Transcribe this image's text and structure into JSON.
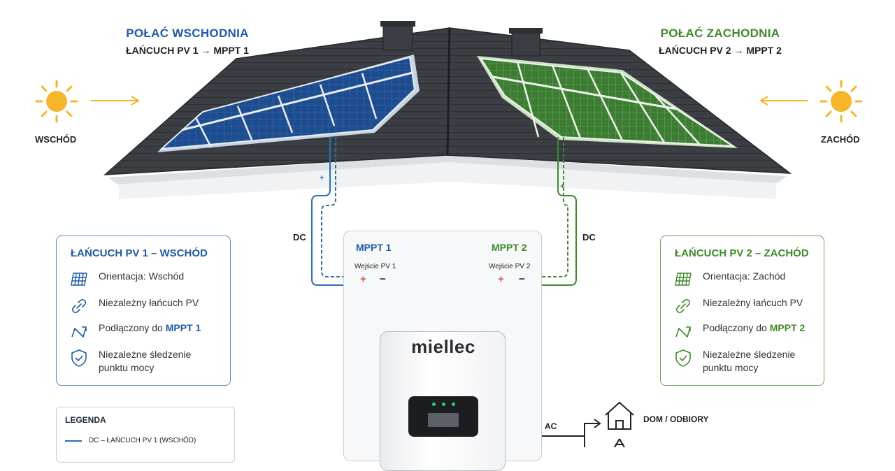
{
  "east": {
    "title": "POŁAĆ WSCHODNIA",
    "subtitle": "ŁAŃCUCH PV 1 → MPPT 1",
    "sun_label": "WSCHÓD",
    "color": "#1f5aa6"
  },
  "west": {
    "title": "POŁAĆ ZACHODNIA",
    "subtitle": "ŁAŃCUCH PV 2 → MPPT 2",
    "sun_label": "ZACHÓD",
    "color": "#3f8a2a"
  },
  "wiring": {
    "dc_left": "DC",
    "dc_right": "DC",
    "plus": "+",
    "minus": "−",
    "ac": "AC"
  },
  "inverter": {
    "brand": "miellec",
    "mppt1": "MPPT 1",
    "mppt2": "MPPT 2",
    "input1": "Wejście PV 1",
    "input2": "Wejście PV 2"
  },
  "card_left": {
    "title": "ŁAŃCUCH PV 1 – WSCHÓD",
    "orientation": "Orientacja: Wschód",
    "independent": "Niezależny łańcuch PV",
    "connected_prefix": "Podłączony do ",
    "connected_target": "MPPT 1",
    "tracking_line1": "Niezależne śledzenie",
    "tracking_line2": "punktu mocy"
  },
  "card_right": {
    "title": "ŁAŃCUCH PV 2 – ZACHÓD",
    "orientation": "Orientacja: Zachód",
    "independent": "Niezależny łańcuch PV",
    "connected_prefix": "Podłączony do ",
    "connected_target": "MPPT 2",
    "tracking_line1": "Niezależne śledzenie",
    "tracking_line2": "punktu mocy"
  },
  "legend": {
    "title": "LEGENDA",
    "item1": "DC – ŁAŃCUCH PV 1 (WSCHÓD)"
  },
  "outputs": {
    "house": "DOM / ODBIORY"
  },
  "icons": [
    "sun-icon",
    "solar-panel-icon",
    "link-icon",
    "connection-icon",
    "shield-check-icon",
    "house-icon",
    "grid-tower-icon"
  ]
}
